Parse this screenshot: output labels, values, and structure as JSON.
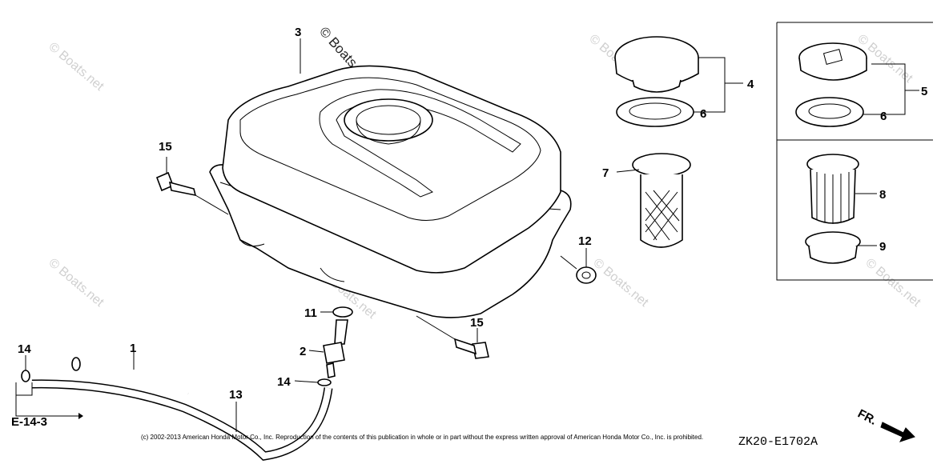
{
  "callouts": {
    "c1": "1",
    "c2": "2",
    "c3": "3",
    "c4": "4",
    "c5": "5",
    "c6a": "6",
    "c6b": "6",
    "c7": "7",
    "c8": "8",
    "c9": "9",
    "c11": "11",
    "c12": "12",
    "c13": "13",
    "c14a": "14",
    "c14b": "14",
    "c15a": "15",
    "c15b": "15"
  },
  "reference_label": "E-14-3",
  "direction_label": "FR.",
  "diagram_code": "ZK20-E1702A",
  "copyright": "(c) 2002-2013 American Honda Motor Co., Inc. Reproduction of the contents of this publication in whole or in part without the express written approval of American Honda Motor Co., Inc. is prohibited.",
  "watermarks": {
    "w1": "© Boats.net",
    "w2": "© Boats.net",
    "w3": "© Boats.net",
    "w4": "© Boats.net",
    "w5": "© Boats.net",
    "w6": "© Boats.net",
    "w7": "© Boats.net",
    "w8": "© Boats.net"
  },
  "icons": {
    "fr_arrow": "arrow-down-right-icon"
  }
}
